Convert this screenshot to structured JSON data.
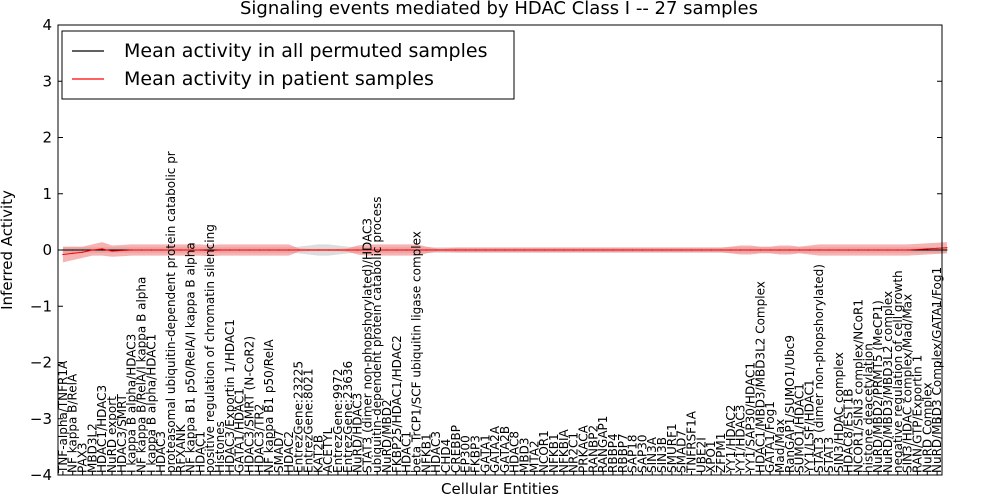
{
  "chart_data": {
    "type": "line",
    "title": "Signaling events mediated by HDAC Class I -- 27 samples",
    "xlabel": "Cellular Entities",
    "ylabel": "Inferred Activity",
    "ylim": [
      -4,
      4
    ],
    "yticks": [
      "−4",
      "−3",
      "−2",
      "−1",
      "0",
      "1",
      "2",
      "3",
      "4"
    ],
    "legend_position": "top-left",
    "colors": {
      "permuted": "#000000",
      "patient": "#ff0000",
      "patient_band": "#f08080",
      "permuted_band": "#c0c0c0"
    },
    "categories": [
      "TNF-alpha/TNFR1A",
      "NF kappa B/RelA",
      "PAX3",
      "MBD3L2",
      "HDAC1/HDAC3",
      "NuRD export",
      "HDAC3/SMRT",
      "I kappa B alpha/HDAC3",
      "NF kappa B/RelA/I kappa B alpha",
      "I kappa B alpha/HDAC1",
      "HDAC3",
      "proteasomal ubiquitin-dependent protein catabolic pr",
      "RFXANK",
      "NF kappa B1 p50/RelA/I kappa B alpha",
      "HDAC1",
      "positive regulation of chromatin silencing",
      "Histones",
      "HDAC3/Exportin 1/HDAC1",
      "GATA1/HDAC1",
      "HDAC3/SMRT (N-CoR2)",
      "HDAC3/TR2",
      "NF kappa B1 p50/RelA",
      "SMAD7",
      "HDAC2",
      "EntrezGene:23225",
      "EntrezGene:8021",
      "KAT2B",
      "ACETYL",
      "EntrezGene:9972",
      "EntrezGene:23636",
      "NuRD/HDAC3",
      "STAT3 (dimer non-phopshorylated)/HDAC3",
      "ubiquitin-dependent protein catabolic process",
      "NuRD/MBD2",
      "FKBP25/HDAC1/HDAC2",
      "HDAC1",
      "beta TrCP1/SCF ubiquitin ligase complex",
      "NFKB1",
      "HDAC3",
      "CHD4",
      "CREBBP",
      "EP300",
      "FKBP3",
      "GATA1",
      "GATA2A",
      "GATA2B",
      "HDAC8",
      "MBD3",
      "MTA2",
      "NCOR1",
      "NFKB1",
      "NFKBIA",
      "NR2C1",
      "PRKACA",
      "RANBP2",
      "RANGAP1",
      "RBBP4",
      "RBBP7",
      "SAP18",
      "SAP30",
      "SIN3A",
      "SIN3B",
      "SMURF1",
      "SMAD7",
      "TNFRSF1A",
      "UBE2I",
      "XPO1",
      "ZFPM1",
      "YY1/HDAC2",
      "YY1/HDAC3",
      "YY1/SAP30/HDAC1",
      "HDAC1/MBD3/MBD3L2 Complex",
      "GATA1/Fog1",
      "Mad/Max",
      "RanGAP1/SUMO1/Ubc9",
      "SUMO1/HDAC1",
      "YY1/LSF/HDAC1",
      "STAT3 (dimer non-phopshorylated)",
      "STAT3",
      "SIN3/HDAC complex",
      "HDAC8/EST1B",
      "NCOR1/SIN3 complex/NCoR1",
      "histone deacetylation",
      "NuRD/MBD2/PRMT5 (MeCP1)",
      "NuRD/MBD3/MBD3L2 complex",
      "negative regulation of cell growth",
      "SIN3/HDAC complex/Mad/Max",
      "RAN/GTP/Exportin 1",
      "NuRD Complex",
      "NuRD/MBD3 Complex/GATA1/Fog1"
    ],
    "series": [
      {
        "name": "Mean activity in all permuted samples",
        "values": [
          0,
          0,
          0,
          0,
          0,
          0,
          0,
          0,
          0,
          0,
          0,
          0,
          0,
          0,
          0,
          0,
          0,
          0,
          0,
          0,
          0,
          0,
          0,
          0,
          0,
          0,
          0,
          0,
          0,
          0,
          0,
          0,
          0,
          0,
          0,
          0,
          0,
          0,
          0,
          0,
          0,
          0,
          0,
          0,
          0,
          0,
          0,
          0,
          0,
          0,
          0,
          0,
          0,
          0,
          0,
          0,
          0,
          0,
          0,
          0,
          0,
          0,
          0,
          0,
          0,
          0,
          0,
          0,
          0,
          0,
          0,
          0,
          0,
          0,
          0,
          0,
          0,
          0,
          0,
          0,
          0,
          0,
          0,
          0,
          0,
          0,
          0,
          0,
          0,
          0,
          0
        ],
        "spread": [
          0.05,
          0.05,
          0.05,
          0.05,
          0.05,
          0.05,
          0.05,
          0.05,
          0.05,
          0.05,
          0.05,
          0.05,
          0.05,
          0.05,
          0.05,
          0.05,
          0.05,
          0.05,
          0.05,
          0.05,
          0.05,
          0.05,
          0.05,
          0.05,
          0.06,
          0.08,
          0.1,
          0.1,
          0.08,
          0.06,
          0.05,
          0.05,
          0.05,
          0.05,
          0.05,
          0.05,
          0.05,
          0.05,
          0.05,
          0.05,
          0.05,
          0.05,
          0.05,
          0.05,
          0.05,
          0.05,
          0.05,
          0.05,
          0.05,
          0.05,
          0.05,
          0.05,
          0.05,
          0.05,
          0.05,
          0.05,
          0.05,
          0.05,
          0.05,
          0.05,
          0.05,
          0.05,
          0.05,
          0.05,
          0.05,
          0.05,
          0.05,
          0.05,
          0.05,
          0.05,
          0.05,
          0.05,
          0.05,
          0.05,
          0.05,
          0.05,
          0.05,
          0.05,
          0.05,
          0.05,
          0.05,
          0.05,
          0.05,
          0.05,
          0.05,
          0.05,
          0.05,
          0.05,
          0.05,
          0.05,
          0.05
        ]
      },
      {
        "name": "Mean activity in patient samples",
        "values": [
          -0.08,
          -0.06,
          -0.04,
          0,
          0.02,
          -0.02,
          -0.01,
          0,
          0,
          0,
          0,
          0,
          0,
          0,
          0,
          -0.01,
          0,
          0,
          0,
          0,
          0,
          0,
          0,
          0,
          0,
          0,
          0,
          0,
          0,
          0,
          0,
          0,
          0,
          0,
          0,
          0,
          0,
          0,
          0,
          0,
          0,
          0,
          0,
          0,
          0,
          0,
          0,
          0,
          0,
          0,
          0,
          0,
          0,
          0,
          0,
          0,
          0,
          0,
          0,
          0,
          0,
          0,
          0,
          0,
          0,
          0,
          0,
          0,
          0,
          0,
          0,
          0,
          0,
          0,
          0,
          0,
          0,
          0,
          0,
          0,
          0,
          0,
          0,
          0,
          0,
          0,
          0,
          0.01,
          0.02,
          0.03,
          0.04
        ],
        "spread": [
          0.14,
          0.12,
          0.1,
          0.1,
          0.12,
          0.1,
          0.1,
          0.1,
          0.1,
          0.1,
          0.1,
          0.1,
          0.1,
          0.1,
          0.1,
          0.1,
          0.1,
          0.1,
          0.1,
          0.1,
          0.1,
          0.1,
          0.1,
          0.1,
          0.03,
          0.02,
          0.02,
          0.02,
          0.02,
          0.03,
          0.08,
          0.1,
          0.1,
          0.1,
          0.1,
          0.1,
          0.1,
          0.06,
          0.03,
          0.03,
          0.04,
          0.04,
          0.04,
          0.04,
          0.04,
          0.04,
          0.04,
          0.04,
          0.04,
          0.04,
          0.04,
          0.04,
          0.04,
          0.04,
          0.04,
          0.04,
          0.04,
          0.04,
          0.04,
          0.04,
          0.04,
          0.04,
          0.04,
          0.04,
          0.04,
          0.04,
          0.04,
          0.04,
          0.06,
          0.08,
          0.08,
          0.06,
          0.06,
          0.08,
          0.08,
          0.06,
          0.08,
          0.1,
          0.1,
          0.1,
          0.1,
          0.1,
          0.1,
          0.1,
          0.1,
          0.1,
          0.1,
          0.1,
          0.1,
          0.1,
          0.1
        ]
      }
    ]
  }
}
